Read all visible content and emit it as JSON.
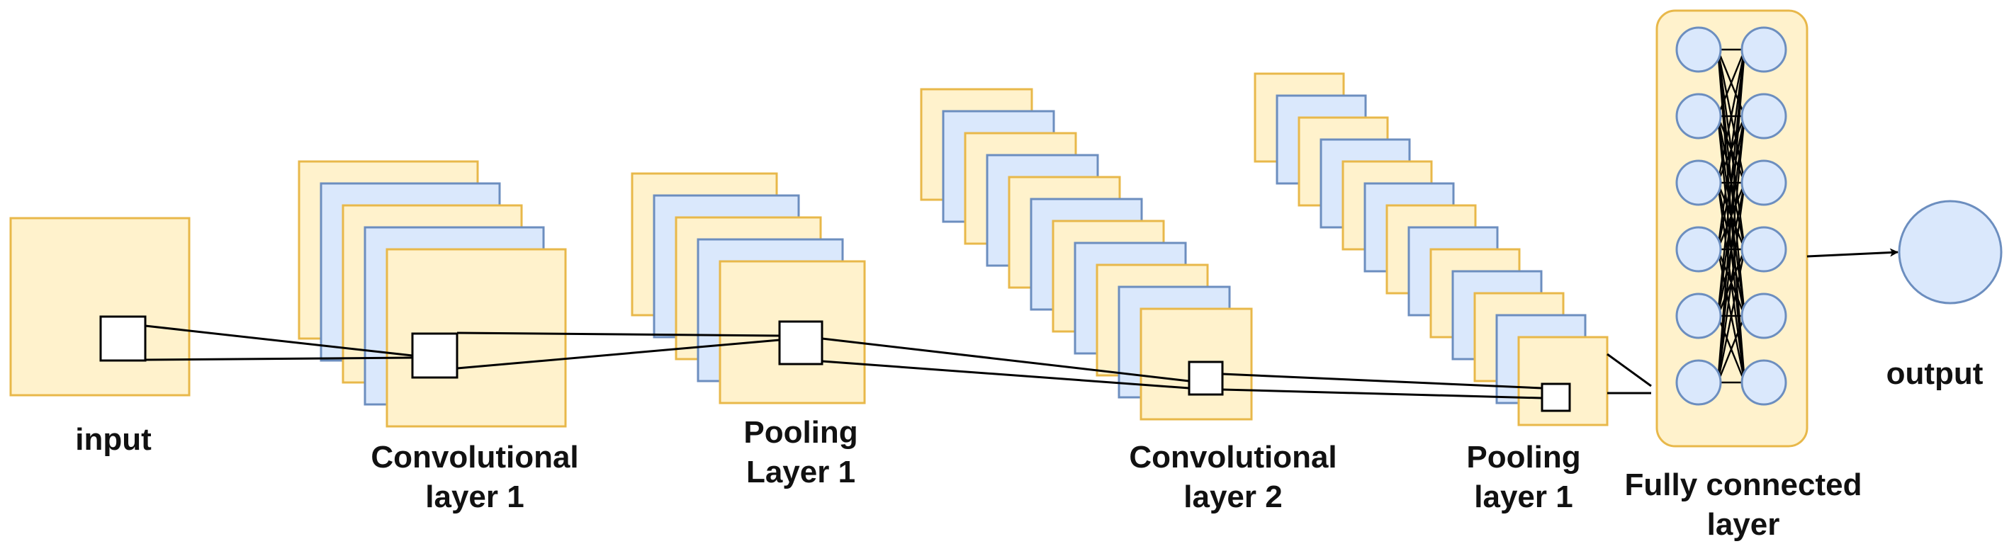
{
  "labels": {
    "input": "input",
    "conv1_line1": "Convolutional",
    "conv1_line2": "layer 1",
    "pool1_line1": "Pooling",
    "pool1_line2": "Layer 1",
    "conv2_line1": "Convolutional",
    "conv2_line2": "layer 2",
    "pool2_line1": "Pooling",
    "pool2_line2": "layer 1",
    "fc_line1": "Fully connected",
    "fc_line2": "layer",
    "output": "output"
  },
  "colors": {
    "yellow_fill": "#fff2cc",
    "yellow_stroke": "#e8b84a",
    "blue_fill": "#dae8fc",
    "blue_stroke": "#6c8ebf",
    "line": "#000000",
    "background": "#ffffff"
  },
  "structure": {
    "conv1_maps": 5,
    "pool1_maps": 5,
    "conv2_maps": 11,
    "pool2_maps": 13,
    "fc_nodes_per_column": 6,
    "fc_columns": 2,
    "output_nodes": 1
  }
}
